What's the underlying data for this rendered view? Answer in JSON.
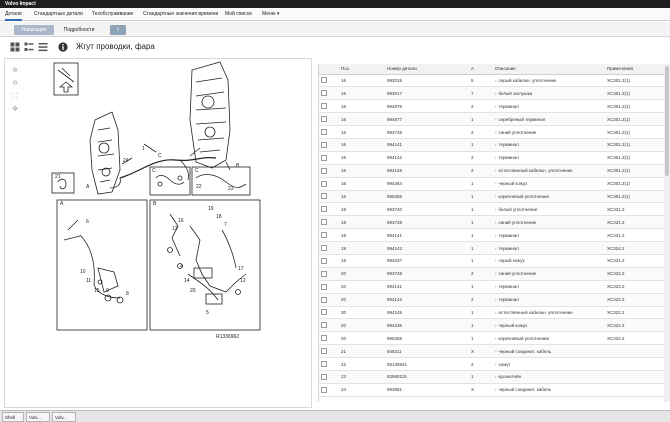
{
  "window": {
    "title": "Volvo Impact"
  },
  "menu": {
    "items": [
      {
        "label": "Детали",
        "active": true
      },
      {
        "label": "Стандартные детали",
        "active": false
      },
      {
        "label": "Техобслуживание",
        "active": false
      },
      {
        "label": "Стандартные значения времени",
        "active": false
      },
      {
        "label": "Мой список",
        "active": false
      },
      {
        "label": "Меню ▾",
        "active": false
      }
    ]
  },
  "tabs": {
    "navigation": "Навигация",
    "details": "Подробности",
    "info_icon": "i"
  },
  "toolbar": {
    "icons": [
      "grid-view-icon",
      "list-detail-view-icon",
      "list-view-icon",
      "info-icon"
    ],
    "title": "Жгут проводки, фара"
  },
  "diagram": {
    "drawing_number": "R1336962",
    "callouts": [
      "A",
      "B",
      "C",
      "1",
      "24",
      "22",
      "23",
      "21",
      "17",
      "18",
      "19",
      "20",
      "16",
      "15",
      "14",
      "13",
      "12",
      "11",
      "10",
      "9",
      "8",
      "7",
      "6",
      "5",
      "4",
      "3",
      "2"
    ]
  },
  "table": {
    "headers": [
      "",
      "Поз.",
      "Номер детали",
      "A",
      "Описание",
      "Примечания"
    ],
    "rows": [
      [
        "",
        "16",
        "993015",
        "5",
        "серый кабельн. уплотнение",
        "XC301.2(1)"
      ],
      [
        "",
        "16",
        "993017",
        "7",
        "белый заглушка",
        "XC301.2(1)"
      ],
      [
        "",
        "16",
        "994976",
        "2",
        "терминал",
        "XC301.2(1)"
      ],
      [
        "",
        "16",
        "994977",
        "1",
        "серебряный терминал",
        "XC301.2(1)"
      ],
      [
        "",
        "16",
        "993749",
        "2",
        "синий уплотнение",
        "XC301.2(1)"
      ],
      [
        "",
        "16",
        "994141",
        "1",
        "терминал",
        "XC301.2(1)"
      ],
      [
        "",
        "16",
        "994142",
        "2",
        "терминал",
        "XC301.2(1)"
      ],
      [
        "",
        "16",
        "994145",
        "2",
        "естественный кабельн. уплотнение",
        "XC301.2(1)"
      ],
      [
        "",
        "16",
        "994364",
        "1",
        "черный кожух",
        "XC301.2(1)"
      ],
      [
        "",
        "16",
        "995265",
        "1",
        "коричневый уплотнение",
        "XC301.2(1)"
      ],
      [
        "",
        "19",
        "993740",
        "1",
        "белый уплотнение",
        "XC321.2"
      ],
      [
        "",
        "19",
        "993749",
        "1",
        "синий уплотнение",
        "XC321.2"
      ],
      [
        "",
        "19",
        "994141",
        "1",
        "терминал",
        "XC321.2"
      ],
      [
        "",
        "19",
        "994142",
        "1",
        "терминал",
        "XC324.2"
      ],
      [
        "",
        "19",
        "994237",
        "1",
        "серый кожух",
        "XC321.2"
      ],
      [
        "",
        "20",
        "993749",
        "2",
        "синий уплотнение",
        "XC322.2"
      ],
      [
        "",
        "20",
        "994141",
        "1",
        "терминал",
        "XC322.2"
      ],
      [
        "",
        "20",
        "994142",
        "2",
        "терминал",
        "XC322.2"
      ],
      [
        "",
        "20",
        "994145",
        "1",
        "естественный кабельн. уплотнение",
        "XC322.2"
      ],
      [
        "",
        "20",
        "994236",
        "1",
        "черный кожух",
        "XC322.2"
      ],
      [
        "",
        "20",
        "995265",
        "1",
        "коричневый уплотнение",
        "XC322.2"
      ],
      [
        "",
        "21",
        "948211",
        "X",
        "черный соединит. кабель",
        ""
      ],
      [
        "",
        "22",
        "85138941",
        "2",
        "хомут",
        ""
      ],
      [
        "",
        "23",
        "82980115",
        "1",
        "кронштейн",
        ""
      ],
      [
        "",
        "24",
        "993881",
        "X",
        "черный соединит. кабель",
        ""
      ]
    ]
  },
  "taskbar": {
    "items": [
      "Shell",
      "Volv...",
      "Volv..."
    ]
  }
}
